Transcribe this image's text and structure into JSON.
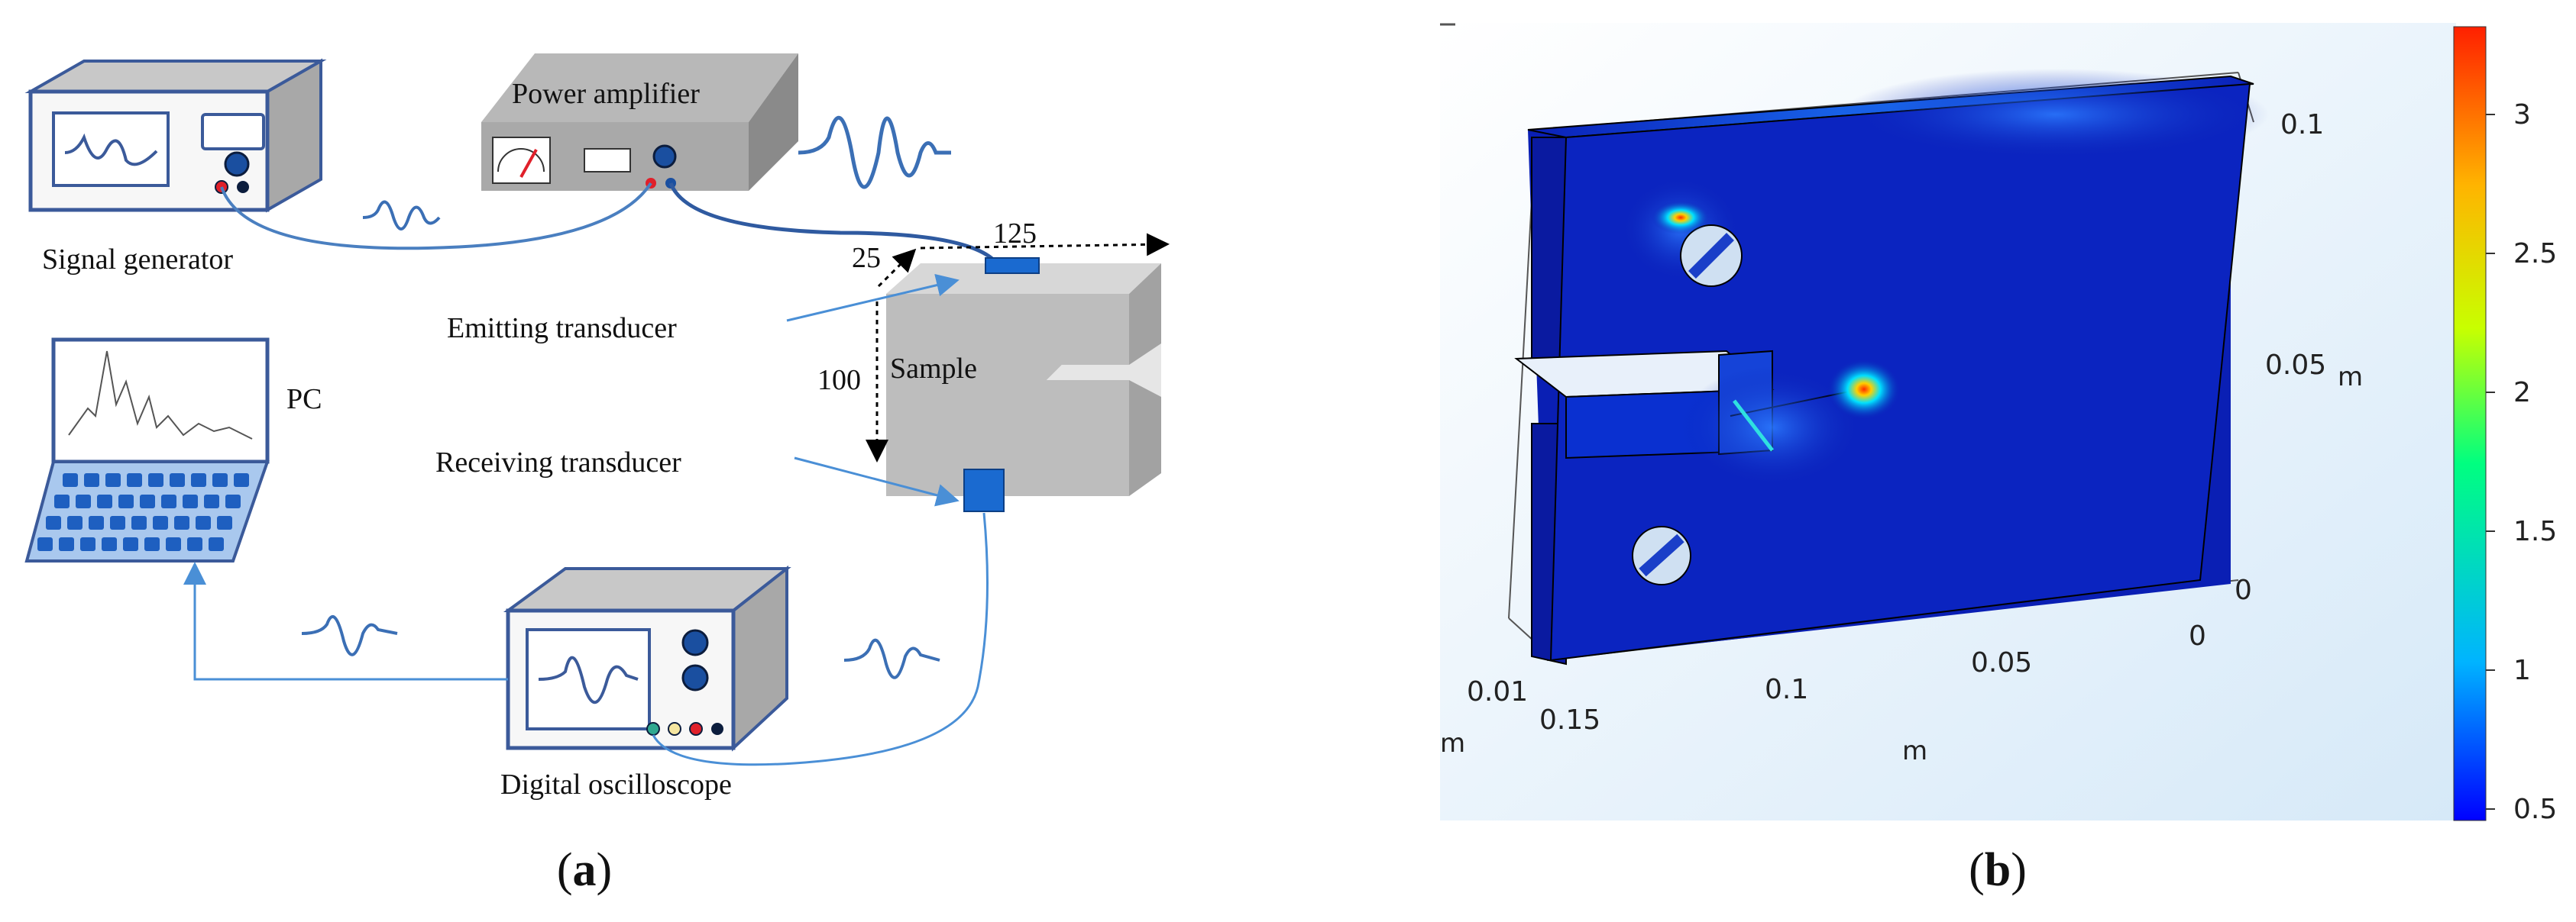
{
  "panel_a": {
    "caption_open": "(",
    "caption_letter": "a",
    "caption_close": ")",
    "labels": {
      "power_amplifier": "Power amplifier",
      "signal_generator": "Signal generator",
      "emitting_transducer": "Emitting transducer",
      "receiving_transducer": "Receiving transducer",
      "sample": "Sample",
      "pc": "PC",
      "digital_oscilloscope": "Digital oscilloscope"
    },
    "dimensions": {
      "width": "125",
      "depth": "25",
      "height": "100"
    }
  },
  "panel_b": {
    "caption_open": "(",
    "caption_letter": "b",
    "caption_close": ")",
    "axis_ticks": {
      "right": [
        "0.1",
        "0.05",
        "0"
      ],
      "bottom": [
        "0.01",
        "0.15",
        "0.1",
        "0.05",
        "0"
      ]
    },
    "axis_units": {
      "right": "m",
      "bottom": "m",
      "left": "m"
    },
    "colorbar_ticks": [
      "3",
      "2.5",
      "2",
      "1.5",
      "1",
      "0.5"
    ],
    "colors": {
      "background_top": "#ffffff",
      "background_bottom": "#d6e9f8",
      "field_base": "#0a1fb4",
      "colorbar": [
        "#0000ff",
        "#00b4ff",
        "#00ff80",
        "#c8ff00",
        "#ffb400",
        "#ff2000"
      ]
    }
  }
}
